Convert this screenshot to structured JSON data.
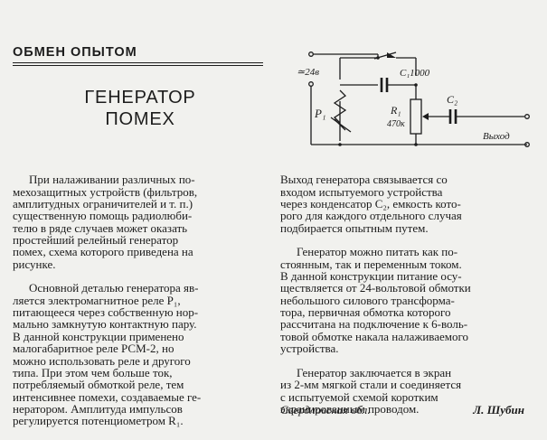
{
  "header": {
    "rubric": "ОБМЕН ОПЫТОМ"
  },
  "article": {
    "title_line1": "ГЕНЕРАТОР",
    "title_line2": "ПОМЕХ"
  },
  "schematic": {
    "supply_label": "≃24в",
    "c1_label": "C₁1000",
    "c2_label": "C₂",
    "p1_label": "P₁",
    "r1_label": "R₁",
    "r1_value": "470к",
    "output_label": "Выход"
  },
  "column1": {
    "p1": "При налаживании различных по-\nмехозащитных устройств (фильтров,\nамплитудных ограничителей и т. п.)\nсущественную помощь радиолюби-\nтелю в ряде случаев может оказать\nпростейший релейный генератор\nпомех, схема которого приведена на\nрисунке.",
    "p2": "Основной деталью генератора яв-\nляется электромагнитное реле P₁,\nпитающееся через собственную нор-\nмально замкнутую контактную пару.\nВ данной конструкции применено\nмалогабаритное реле РСМ-2, но\nможно использовать реле и другого\nтипа. При этом чем больше ток,\nпотребляемый обмоткой реле, тем\nинтенсивнее помехи, создаваемые ге-\nнератором. Амплитуда импульсов\nрегулируется потенциометром R₁."
  },
  "column2": {
    "p1": "Выход генератора связывается со\nвходом испытуемого устройства\nчерез конденсатор C₂, емкость кото-\nрого для каждого отдельного случая\nподбирается опытным путем.",
    "p2": "Генератор можно питать как по-\nстоянным, так и переменным током.\nВ данной конструкции питание осу-\nществляется от 24-вольтовой обмотки\nнебольшого силового трансформа-\nтора, первичная обмотка которого\nрассчитана на подключение к 6-воль-\nтовой обмотке накала налаживаемого\nустройства.",
    "p3": "Генератор заключается в экран\nиз 2-мм мягкой стали и соединяется\nс испытуемой схемой коротким\nэкранированным проводом."
  },
  "signature": {
    "city": "Свердловская обл.",
    "author": "Л. Шубин"
  }
}
